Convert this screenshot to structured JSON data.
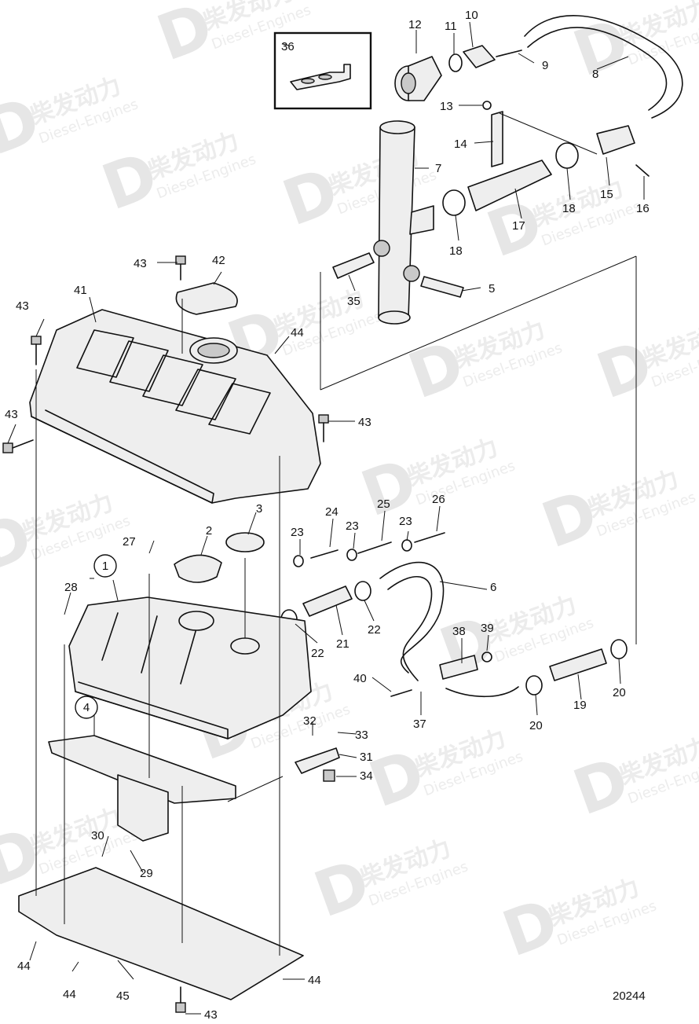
{
  "watermark": {
    "brand_cn": "柴发动力",
    "brand_en": "Diesel-Engines"
  },
  "drawing_number": "20244",
  "callouts": [
    {
      "n": "1",
      "circled": true
    },
    {
      "n": "2"
    },
    {
      "n": "3"
    },
    {
      "n": "4",
      "circled": true
    },
    {
      "n": "5"
    },
    {
      "n": "6"
    },
    {
      "n": "7"
    },
    {
      "n": "8"
    },
    {
      "n": "9"
    },
    {
      "n": "10"
    },
    {
      "n": "11"
    },
    {
      "n": "12"
    },
    {
      "n": "13"
    },
    {
      "n": "14"
    },
    {
      "n": "15"
    },
    {
      "n": "16"
    },
    {
      "n": "17"
    },
    {
      "n": "18"
    },
    {
      "n": "18"
    },
    {
      "n": "19"
    },
    {
      "n": "20"
    },
    {
      "n": "20"
    },
    {
      "n": "21"
    },
    {
      "n": "22"
    },
    {
      "n": "22"
    },
    {
      "n": "23"
    },
    {
      "n": "23"
    },
    {
      "n": "23"
    },
    {
      "n": "24"
    },
    {
      "n": "25"
    },
    {
      "n": "26"
    },
    {
      "n": "27"
    },
    {
      "n": "28"
    },
    {
      "n": "29"
    },
    {
      "n": "30"
    },
    {
      "n": "31"
    },
    {
      "n": "32"
    },
    {
      "n": "33"
    },
    {
      "n": "34"
    },
    {
      "n": "35"
    },
    {
      "n": "36"
    },
    {
      "n": "37"
    },
    {
      "n": "38"
    },
    {
      "n": "39"
    },
    {
      "n": "40"
    },
    {
      "n": "41"
    },
    {
      "n": "42"
    },
    {
      "n": "43"
    },
    {
      "n": "43"
    },
    {
      "n": "43"
    },
    {
      "n": "43"
    },
    {
      "n": "43"
    },
    {
      "n": "44"
    },
    {
      "n": "44"
    },
    {
      "n": "44"
    },
    {
      "n": "44"
    },
    {
      "n": "45"
    }
  ]
}
